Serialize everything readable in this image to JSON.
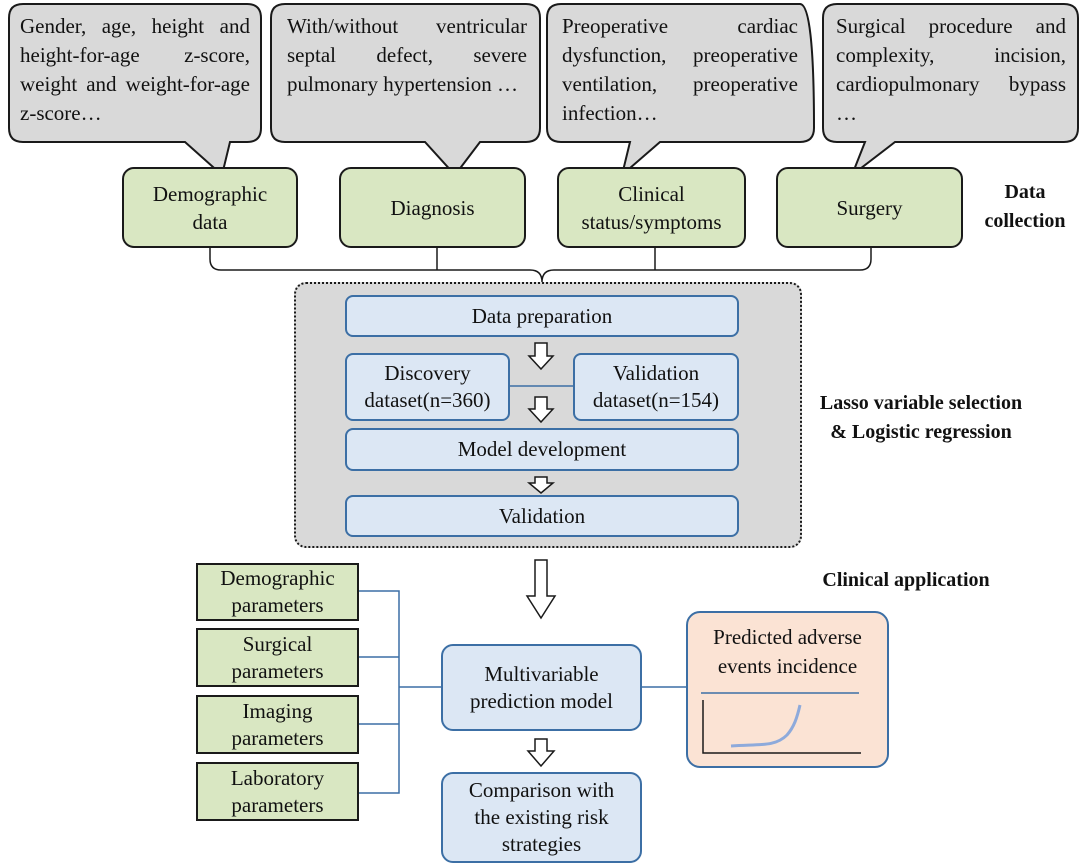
{
  "speech_bubbles": {
    "demographic": "Gender, age, height and height-for-age z-score, weight and weight-for-age z-score…",
    "diagnosis": "With/without ventricular septal defect, severe pulmonary hypertension …",
    "clinical": "Preoperative cardiac dysfunction, preoperative ventilation, preoperative infection…",
    "surgery": "Surgical procedure and complexity, incision, cardiopulmonary bypass …"
  },
  "collection_boxes": {
    "demographic": "Demographic\ndata",
    "diagnosis": "Diagnosis",
    "clinical": "Clinical\nstatus/symptoms",
    "surgery": "Surgery"
  },
  "stage_labels": {
    "data_collection": "Data\ncollection",
    "lasso": "Lasso variable selection\n& Logistic regression",
    "clinical_application": "Clinical application"
  },
  "model_steps": {
    "data_preparation": "Data preparation",
    "discovery": "Discovery\ndataset(n=360)",
    "validation_dataset": "Validation\ndataset(n=154)",
    "model_development": "Model development",
    "validation": "Validation"
  },
  "parameter_boxes": {
    "demographic": "Demographic\nparameters",
    "surgical": "Surgical\nparameters",
    "imaging": "Imaging\nparameters",
    "laboratory": "Laboratory\nparameters"
  },
  "application": {
    "prediction_model": "Multivariable\nprediction model",
    "comparison": "Comparison with\nthe existing risk\nstrategies",
    "predicted": "Predicted adverse\nevents incidence"
  },
  "colors": {
    "green_fill": "#d9e7c2",
    "blue_fill": "#dce7f4",
    "blue_line": "#3c6fa5",
    "gray_panel": "#d9d9d9",
    "bubble_fill": "#d9d9d9",
    "orange_fill": "#fbe3d4",
    "curve": "#8eaadb"
  }
}
